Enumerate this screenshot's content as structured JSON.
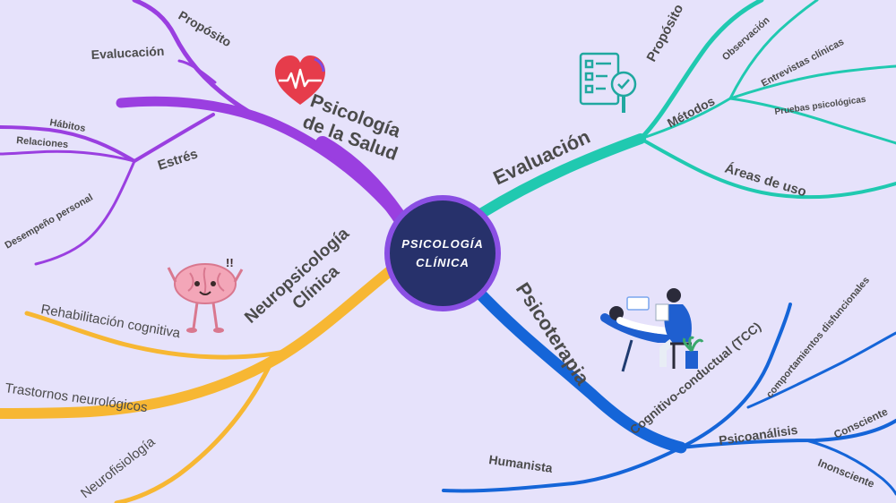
{
  "center": {
    "line1": "PSICOLOGÍA",
    "line2": "CLÍNICA"
  },
  "colors": {
    "background": "#e6e2fb",
    "center_fill": "#27316b",
    "center_ring": "#8a4fe3",
    "salud": "#9a3fe0",
    "evaluacion": "#20c9b0",
    "psicoterapia": "#1565d8",
    "neuro": "#f7b733"
  },
  "salud": {
    "title_line1": "Psicología",
    "title_line2": "de la Salud",
    "proposito": "Propósito",
    "evaluacion": "Evalucación",
    "estres": "Estrés",
    "habitos": "Hábitos",
    "relaciones": "Relaciones",
    "desempeno": "Desempeño personal"
  },
  "evaluacion": {
    "title": "Evaluación",
    "proposito": "Propósito",
    "metodos": "Métodos",
    "observacion": "Observación",
    "entrevistas": "Entrevistas  clínicas",
    "pruebas": "Pruebas psicológicas",
    "areas": "Áreas de uso"
  },
  "psicoterapia": {
    "title": "Psicoterapia",
    "tcc": "Cognitivo-conductual (TCC)",
    "comportamientos": "comportamientos disfuncionales",
    "psicoanalisis": "Psicoanálisis",
    "consciente": "Consciente",
    "inconsciente": "Inonsciente",
    "humanista": "Humanista"
  },
  "neuro": {
    "title_line1": "Neuropsicología",
    "title_line2": "Clínica",
    "rehabilitacion": "Rehabilitación cognitiva",
    "trastornos": "Trastornos neurológicos",
    "neurofisiologia": "Neurofisiología"
  },
  "icons": {
    "heart": "heart-pulse-icon",
    "checklist": "checklist-magnifier-icon",
    "brain": "brain-character-icon",
    "brain_exclaim": "!!",
    "therapy": "therapy-session-icon"
  }
}
